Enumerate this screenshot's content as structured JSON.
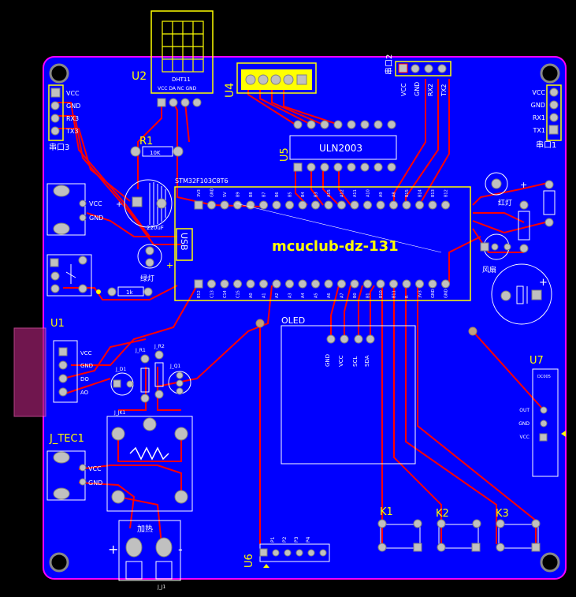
{
  "board": {
    "title": "mcuclub-dz-131",
    "colors": {
      "board": "#0000ff",
      "trace": "#ff0000",
      "silk": "#ffff00",
      "outline": "#ff00ff",
      "pad": "#c0c0c0"
    }
  },
  "refs": {
    "u1": "U1",
    "u2": "U2",
    "u4": "U4",
    "u5": "U5",
    "u6": "U6",
    "u7": "U7",
    "r1": "R1",
    "k1": "K1",
    "k2": "K2",
    "k3": "K3",
    "j_tec1": "J_TEC1"
  },
  "components": {
    "dht11": "DHT11",
    "dht_pins": "VCC DA NC GND",
    "uln2003": "ULN2003",
    "oled": "OLED",
    "usb": "USB",
    "mcu": "STM32F103C8T6",
    "dc005": "DC005",
    "j_r1": "J_R1",
    "j_r2": "J_R2",
    "j_d1": "J_D1",
    "j_q1": "J_Q1",
    "j_jk1": "J_JK1",
    "j_j1": "J_J1",
    "cap_value": "220uF",
    "resistor_r1": "10K",
    "green_led": "绿灯",
    "red_led": "红灯",
    "fan": "风扇",
    "heat": "加热",
    "plus": "+",
    "minus": "-",
    "lr": "1k"
  },
  "headers": {
    "port3": {
      "title": "串口3",
      "pins": [
        "VCC",
        "GND",
        "RX3",
        "TX3"
      ]
    },
    "port1": {
      "title": "串口1",
      "pins": [
        "VCC",
        "GND",
        "RX1",
        "TX1"
      ]
    },
    "port2": {
      "title": "串口2",
      "pins": [
        "VCC",
        "GND",
        "RX2",
        "TX2"
      ]
    },
    "pwr_left": {
      "pins": [
        "VCC",
        "GND"
      ]
    },
    "u1": {
      "pins": [
        "VCC",
        "GND",
        "DO",
        "AO"
      ]
    },
    "tec": {
      "pins": [
        "VCC",
        "GND"
      ]
    },
    "u7": {
      "pins": [
        "OUT",
        "GND",
        "VCC"
      ]
    },
    "oled": {
      "pins": [
        "GND",
        "VCC",
        "SCL",
        "SDA"
      ]
    },
    "u6": {
      "pins": [
        "P1",
        "P2",
        "P3",
        "P4"
      ]
    }
  },
  "mcu_pins_top": [
    "3V3",
    "GND",
    "5V",
    "B9",
    "B8",
    "B7",
    "B6",
    "B5",
    "B4",
    "B3",
    "A15",
    "A12",
    "A11",
    "A10",
    "A9",
    "A8",
    "B15",
    "B14",
    "B13",
    "B12"
  ],
  "mcu_pins_bottom": [
    "B12",
    "C13",
    "C14",
    "C15",
    "A0",
    "A1",
    "A2",
    "A3",
    "A4",
    "A5",
    "A6",
    "A7",
    "B0",
    "B1",
    "B10",
    "B11",
    "R",
    "3V3",
    "GND",
    "GND"
  ]
}
